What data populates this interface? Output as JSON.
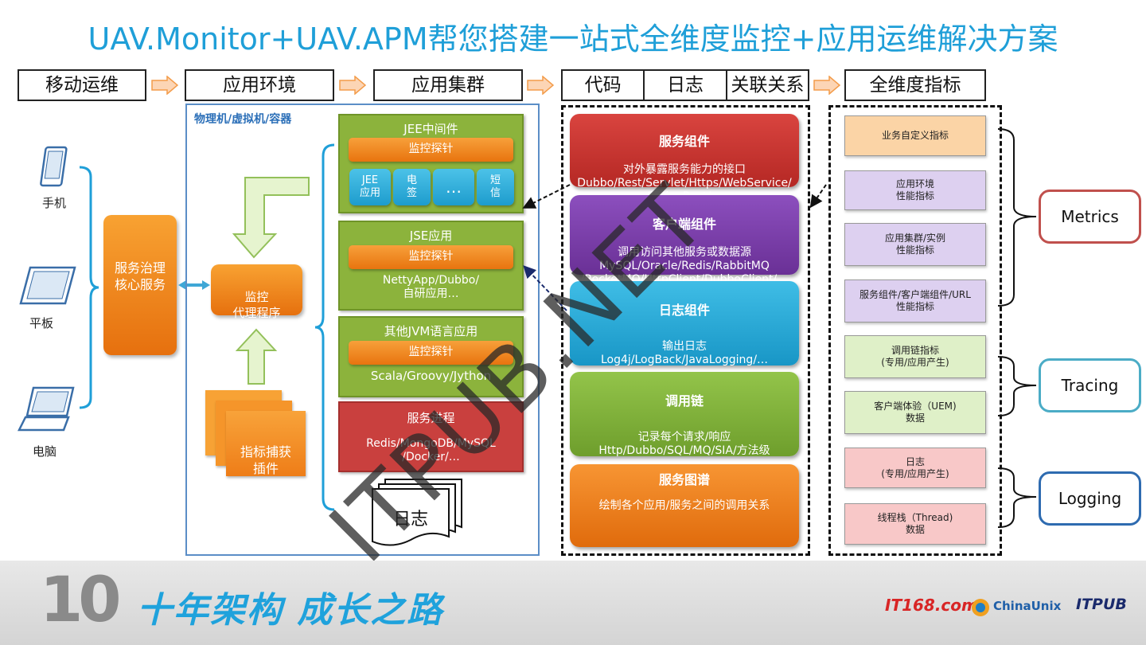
{
  "title": "UAV.Monitor+UAV.APM帮您搭建一站式全维度监控+应用运维解决方案",
  "headers": {
    "mobile_ops": "移动运维",
    "app_env": "应用环境",
    "app_cluster": "应用集群",
    "code": "代码",
    "log": "日志",
    "relation": "关联关系",
    "full_dimension": "全维度指标"
  },
  "devices": {
    "phone": "手机",
    "tablet": "平板",
    "computer": "电脑"
  },
  "core_service": "服务治理核心服务",
  "env_caption": "物理机/虚拟机/容器",
  "agent": "监控\n代理程序",
  "plugin": "指标捕获\n插件",
  "panels": {
    "jee": {
      "title": "JEE中间件",
      "probe": "监控探针",
      "tiles": [
        "JEE\n应用",
        "电\n签",
        "…",
        "短\n信"
      ]
    },
    "jse": {
      "title": "JSE应用",
      "probe": "监控探针",
      "desc": "NettyApp/Dubbo/\n自研应用…"
    },
    "jvm": {
      "title": "其他JVM语言应用",
      "probe": "监控探针",
      "desc": "Scala/Groovy/Jython"
    },
    "proc": {
      "title": "服务进程",
      "desc": "Redis/MongoDB/MySQL\n/Docker/…"
    }
  },
  "log_doc": "日志",
  "components": [
    {
      "title": "服务组件",
      "desc": "对外暴露服务能力的接口\nDubbo/Rest/Servlet/Https/WebService/\nSpringRest/…",
      "color": "#c9302c"
    },
    {
      "title": "客户端组件",
      "desc": "调用访问其他服务或数据源\nMySQL/Oracle/Redis/RabbitMQ\n/RocketMQ/HttpClient/DubboClient/…",
      "color": "#7a3fa8"
    },
    {
      "title": "日志组件",
      "desc": "输出日志\nLog4j/LogBack/JavaLogging/…",
      "color": "#1fa7d3"
    },
    {
      "title": "调用链",
      "desc": "记录每个请求/响应\nHttp/Dubbo/SQL/MQ/SIA/方法级",
      "color": "#7fb23a"
    },
    {
      "title": "服务图谱",
      "desc": "绘制各个应用/服务之间的调用关系",
      "color": "#ee7a12"
    }
  ],
  "metrics": [
    {
      "text": "业务自定义指标",
      "color": "#fbd4a6"
    },
    {
      "text": "应用环境\n性能指标",
      "color": "#ddd0f0"
    },
    {
      "text": "应用集群/实例\n性能指标",
      "color": "#ddd0f0"
    },
    {
      "text": "服务组件/客户端组件/URL\n性能指标",
      "color": "#ddd0f0"
    },
    {
      "text": "调用链指标\n(专用/应用产生)",
      "color": "#dff0c8"
    },
    {
      "text": "客户端体验（UEM)\n数据",
      "color": "#dff0c8"
    },
    {
      "text": "日志\n(专用/应用产生)",
      "color": "#f8c8c8"
    },
    {
      "text": "线程栈（Thread)\n数据",
      "color": "#f8c8c8"
    }
  ],
  "categories": [
    {
      "name": "Metrics",
      "color": "#c0504d"
    },
    {
      "name": "Tracing",
      "color": "#4bacc6"
    },
    {
      "name": "Logging",
      "color": "#2e6bb0"
    }
  ],
  "watermark": "ITPUB.NET",
  "footer": {
    "slogan": "十年架构 成长之路",
    "logo_10": "10",
    "logos": [
      "IT168.com",
      "ChinaUnix",
      "ITPUB"
    ]
  }
}
